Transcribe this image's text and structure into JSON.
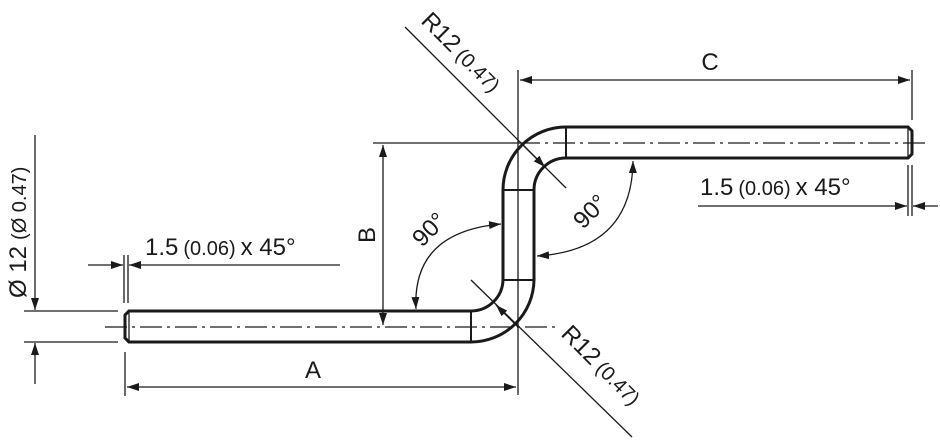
{
  "dimensions": {
    "diameter": {
      "main": "Ø 12",
      "alt": "(Ø 0.47)"
    },
    "chamfer_left": {
      "main": "1.5",
      "alt": "(0.06)",
      "suffix": "x 45°"
    },
    "chamfer_right": {
      "main": "1.5",
      "alt": "(0.06)",
      "suffix": "x 45°"
    },
    "length_a": "A",
    "length_b": "B",
    "length_c": "C",
    "angle_left": "90°",
    "angle_right": "90°",
    "radius_top": {
      "main": "R12",
      "alt": "(0.47)"
    },
    "radius_bottom": {
      "main": "R12",
      "alt": "(0.47)"
    }
  }
}
